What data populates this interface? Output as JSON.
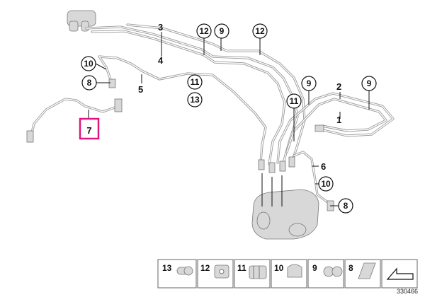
{
  "callouts": [
    {
      "id": "c3",
      "label": "3"
    },
    {
      "id": "c4",
      "label": "4"
    },
    {
      "id": "c12a",
      "label": "12"
    },
    {
      "id": "c9a",
      "label": "9"
    },
    {
      "id": "c12b",
      "label": "12"
    },
    {
      "id": "c10a",
      "label": "10"
    },
    {
      "id": "c8a",
      "label": "8"
    },
    {
      "id": "c5",
      "label": "5"
    },
    {
      "id": "c11a",
      "label": "11"
    },
    {
      "id": "c13",
      "label": "13"
    },
    {
      "id": "c7",
      "label": "7"
    },
    {
      "id": "c9b",
      "label": "9"
    },
    {
      "id": "c2",
      "label": "2"
    },
    {
      "id": "c9c",
      "label": "9"
    },
    {
      "id": "c11b",
      "label": "11"
    },
    {
      "id": "c1",
      "label": "1"
    },
    {
      "id": "c6",
      "label": "6"
    },
    {
      "id": "c10b",
      "label": "10"
    },
    {
      "id": "c8b",
      "label": "8"
    }
  ],
  "legend": [
    {
      "label": "13",
      "part": "hose-clamp"
    },
    {
      "label": "12",
      "part": "pipe-clip-double"
    },
    {
      "label": "11",
      "part": "pipe-clip-triple"
    },
    {
      "label": "10",
      "part": "holder"
    },
    {
      "label": "9",
      "part": "pipe-clip"
    },
    {
      "label": "8",
      "part": "bracket"
    }
  ],
  "legend_arrow_icon": "back-arrow-icon",
  "diagram_id": "330466",
  "colors": {
    "highlight": "#e0157f",
    "pipe": "#9a9a9a",
    "line": "#111111"
  }
}
